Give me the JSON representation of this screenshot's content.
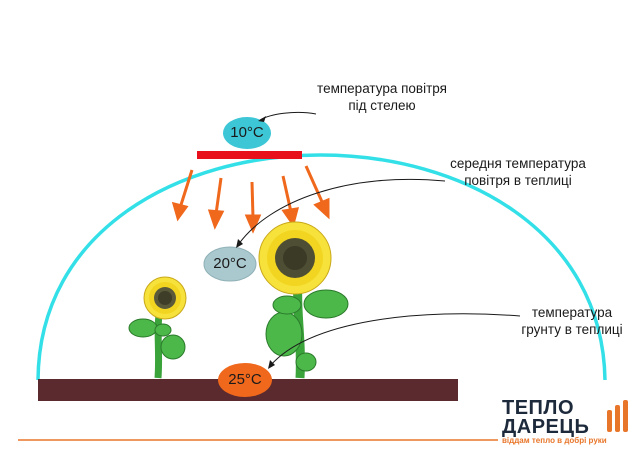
{
  "labels": {
    "ceiling_line1": "температура повітря",
    "ceiling_line2": "під стелею",
    "middle_line1": "середня температура",
    "middle_line2": "повітря в теплиці",
    "ground_line1": "температура",
    "ground_line2": "грунту в теплиці"
  },
  "temperatures": {
    "ceiling": "10°C",
    "middle": "20°C",
    "ground": "25°C"
  },
  "logo": {
    "line1": "ТЕПЛО",
    "line2": "ДАРЕЦЬ",
    "tagline": "віддам тепло в добрі руки"
  },
  "colors": {
    "dome": "#33e0e8",
    "soil": "#5a2a2e",
    "heater": "#e8101a",
    "arrows": "#f0681c",
    "ceiling_badge": "#3cc6d6",
    "middle_badge": "#a9c9cf",
    "ground_badge": "#f0681c",
    "divider": "#e8762a"
  }
}
